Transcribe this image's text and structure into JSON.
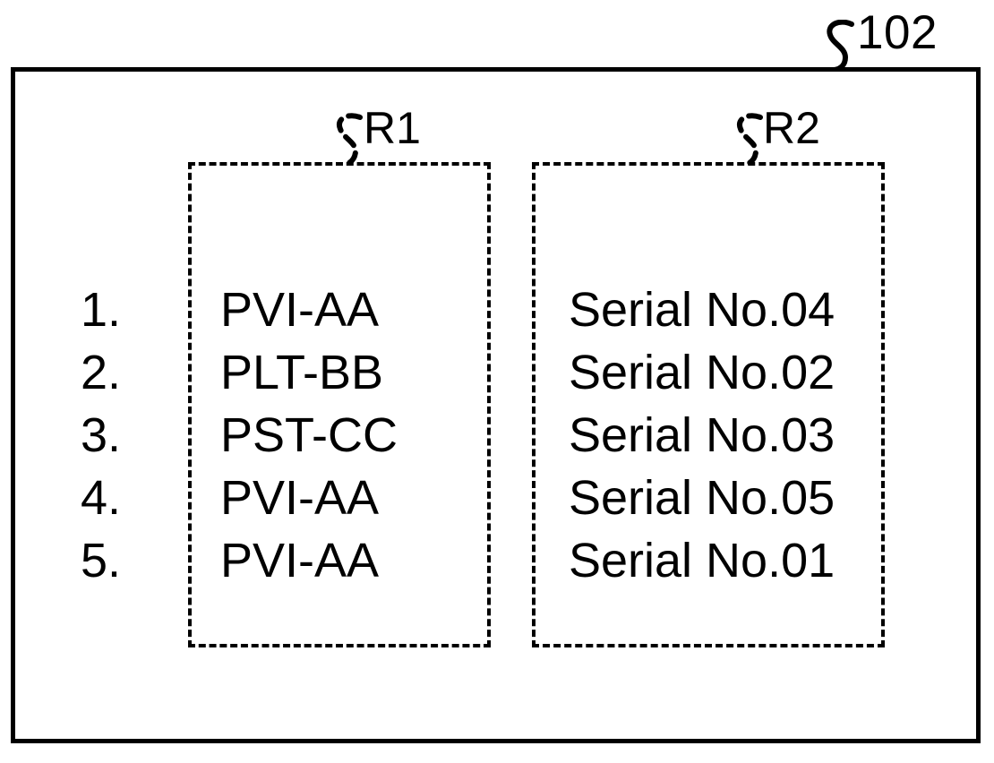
{
  "figure": {
    "reference_numeral": "102",
    "background_color": "#ffffff",
    "line_color": "#000000"
  },
  "regions": [
    {
      "id": "R1",
      "label": "R1"
    },
    {
      "id": "R2",
      "label": "R2"
    }
  ],
  "list": {
    "rows": [
      {
        "index": "1.",
        "model": "PVI-AA",
        "serial": "Serial No.04"
      },
      {
        "index": "2.",
        "model": "PLT-BB",
        "serial": "Serial No.02"
      },
      {
        "index": "3.",
        "model": "PST-CC",
        "serial": "Serial No.03"
      },
      {
        "index": "4.",
        "model": "PVI-AA",
        "serial": "Serial No.05"
      },
      {
        "index": "5.",
        "model": "PVI-AA",
        "serial": "Serial No.01"
      }
    ]
  }
}
